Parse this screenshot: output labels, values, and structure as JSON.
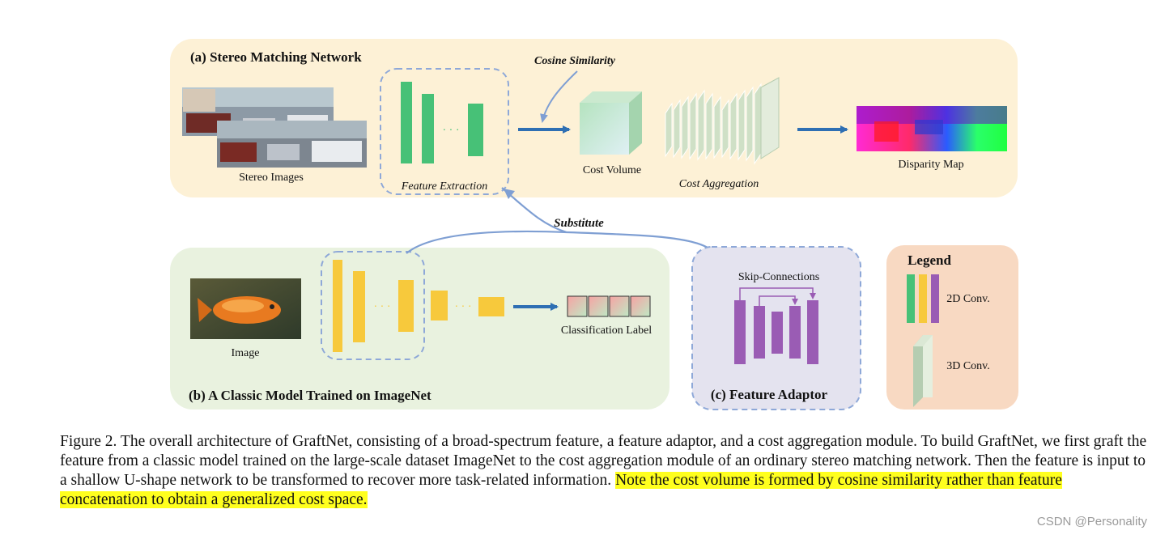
{
  "colors": {
    "panel_a": "#fdf1d6",
    "panel_b": "#e9f2df",
    "panel_c": "#e4e3ef",
    "legend_bg": "#f8d9c2",
    "green_conv": "#47c177",
    "yellow_conv": "#f7c93c",
    "purple_conv": "#9a5cb4",
    "arrow_blue": "#2e6fb3",
    "dashed_blue": "#8ea8d8",
    "highlight": "#ffff1e"
  },
  "panel_a": {
    "title": "(a) Stereo Matching Network",
    "stereo_images_label": "Stereo Images",
    "feature_extraction_label": "Feature Extraction",
    "cosine_similarity_label": "Cosine Similarity",
    "cost_volume_label": "Cost Volume",
    "cost_aggregation_label": "Cost Aggregation",
    "disparity_map_label": "Disparity Map",
    "ellipsis": "· · ·"
  },
  "substitute_label": "Substitute",
  "panel_b": {
    "title": "(b) A Classic Model Trained on ImageNet",
    "image_label": "Image",
    "classification_label": "Classification Label",
    "ellipsis": "· · ·"
  },
  "panel_c": {
    "title": "(c) Feature Adaptor",
    "skip_label": "Skip-Connections"
  },
  "legend": {
    "title": "Legend",
    "conv2d_label": "2D Conv.",
    "conv3d_label": "3D Conv."
  },
  "caption": {
    "text": "Figure 2. The overall architecture of GraftNet, consisting of a broad-spectrum feature, a feature adaptor, and a cost aggregation module. To build GraftNet, we first graft the feature from a classic model trained on the large-scale dataset ImageNet to the cost aggregation module of an ordinary stereo matching network. Then the feature is input to a shallow U-shape network to be transformed to recover more task-related information.",
    "highlighted": "Note the cost volume is formed by cosine similarity rather than feature concatenation to obtain a generalized cost space."
  },
  "watermark": "CSDN @Personality"
}
